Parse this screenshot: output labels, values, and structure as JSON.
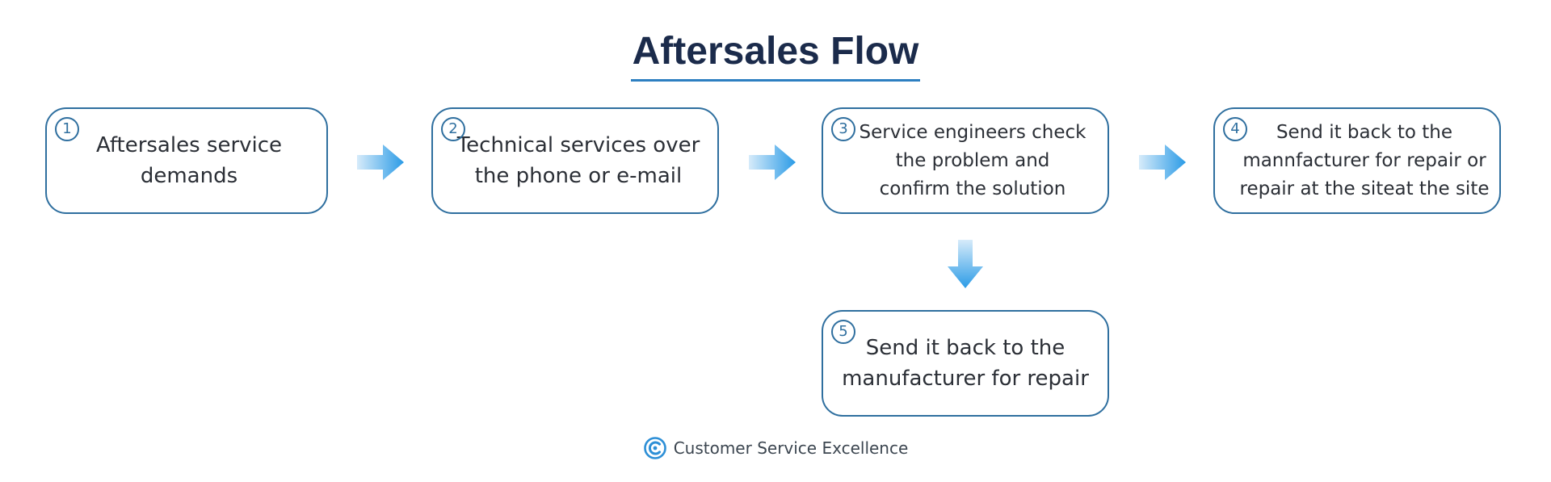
{
  "title": "Aftersales Flow",
  "colors": {
    "title": "#1b2b4b",
    "title_underline": "#2d7fc1",
    "box_border": "#2f6f9f",
    "arrow_light": "#d6ebfa",
    "arrow_dark": "#2b9be6",
    "logo": "#2d8fd6"
  },
  "steps": [
    {
      "number": "1",
      "text": "Aftersales service\ndemands"
    },
    {
      "number": "2",
      "text": "Technical services over\nthe phone or e-mail"
    },
    {
      "number": "3",
      "text": "Service engineers check\nthe problem and\nconfirm the solution"
    },
    {
      "number": "4",
      "text": "Send it back to the\nmannfacturer for repair or\nrepair at the siteat the site"
    },
    {
      "number": "5",
      "text": "Send it back to the\nmanufacturer for repair"
    }
  ],
  "connections": [
    {
      "from": "1",
      "to": "2"
    },
    {
      "from": "2",
      "to": "3"
    },
    {
      "from": "3",
      "to": "4"
    },
    {
      "from": "3",
      "to": "5"
    }
  ],
  "footer": {
    "logo_icon": "customer-service-logo-icon",
    "label": "Customer Service Excellence"
  }
}
